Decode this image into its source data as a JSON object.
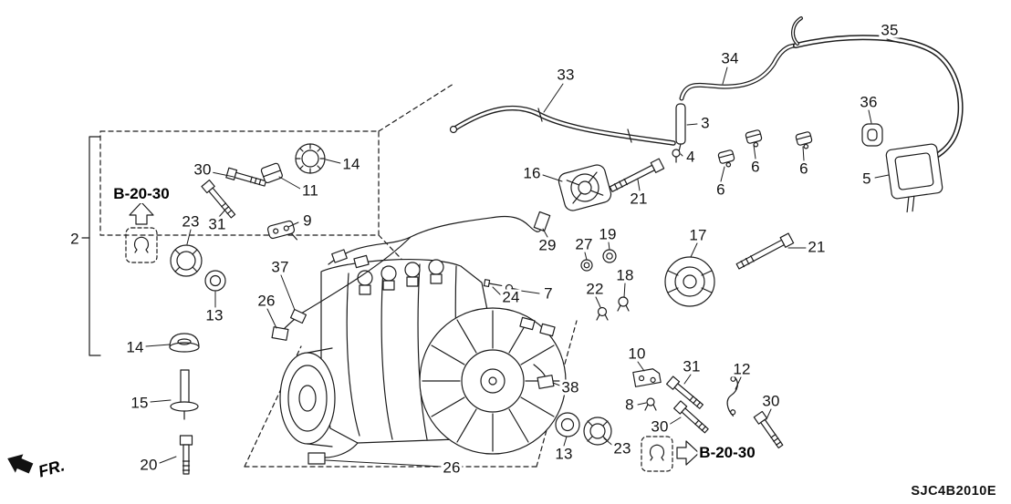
{
  "diagram": {
    "code": "SJC4B2010E",
    "fr_label": "FR.",
    "refs": {
      "top": "B-20-30",
      "bottom": "B-20-30"
    },
    "callouts": [
      {
        "id": "30-top",
        "label": "30"
      },
      {
        "id": "14-top",
        "label": "14"
      },
      {
        "id": "11",
        "label": "11"
      },
      {
        "id": "2",
        "label": "2"
      },
      {
        "id": "23-top",
        "label": "23"
      },
      {
        "id": "31-top",
        "label": "31"
      },
      {
        "id": "9",
        "label": "9"
      },
      {
        "id": "37",
        "label": "37"
      },
      {
        "id": "26-top",
        "label": "26"
      },
      {
        "id": "13-top",
        "label": "13"
      },
      {
        "id": "14-left",
        "label": "14"
      },
      {
        "id": "15",
        "label": "15"
      },
      {
        "id": "20",
        "label": "20"
      },
      {
        "id": "33",
        "label": "33"
      },
      {
        "id": "34",
        "label": "34"
      },
      {
        "id": "35",
        "label": "35"
      },
      {
        "id": "36",
        "label": "36"
      },
      {
        "id": "3",
        "label": "3"
      },
      {
        "id": "4",
        "label": "4"
      },
      {
        "id": "16",
        "label": "16"
      },
      {
        "id": "6-a",
        "label": "6"
      },
      {
        "id": "6-b",
        "label": "6"
      },
      {
        "id": "6-c",
        "label": "6"
      },
      {
        "id": "5",
        "label": "5"
      },
      {
        "id": "21-top",
        "label": "21"
      },
      {
        "id": "29",
        "label": "29"
      },
      {
        "id": "27",
        "label": "27"
      },
      {
        "id": "19",
        "label": "19"
      },
      {
        "id": "17",
        "label": "17"
      },
      {
        "id": "21-right",
        "label": "21"
      },
      {
        "id": "18",
        "label": "18"
      },
      {
        "id": "22",
        "label": "22"
      },
      {
        "id": "24",
        "label": "24"
      },
      {
        "id": "7",
        "label": "7"
      },
      {
        "id": "10",
        "label": "10"
      },
      {
        "id": "31-bottom",
        "label": "31"
      },
      {
        "id": "12",
        "label": "12"
      },
      {
        "id": "8",
        "label": "8"
      },
      {
        "id": "30-bottom-left",
        "label": "30"
      },
      {
        "id": "30-bottom-right",
        "label": "30"
      },
      {
        "id": "38",
        "label": "38"
      },
      {
        "id": "13-bottom",
        "label": "13"
      },
      {
        "id": "23-bottom",
        "label": "23"
      },
      {
        "id": "26-bottom",
        "label": "26"
      }
    ]
  }
}
